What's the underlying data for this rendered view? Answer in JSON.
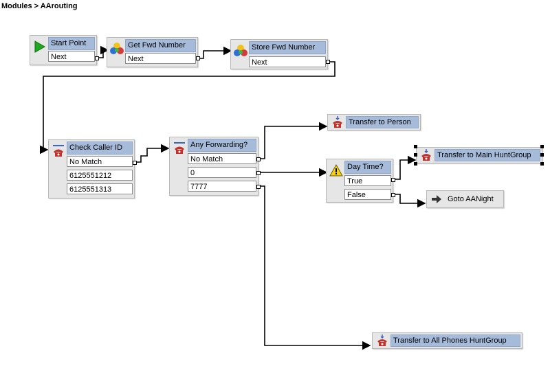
{
  "breadcrumb": "Modules > AArouting",
  "colors": {
    "title_bar": "#a6bbd9",
    "node_bg": "#e6e6e6",
    "wire": "#000000"
  },
  "nodes": {
    "start_point": {
      "title": "Start Point",
      "outputs": [
        "Next"
      ],
      "icon": "play-arrow-icon"
    },
    "get_fwd_number": {
      "title": "Get Fwd Number",
      "outputs": [
        "Next"
      ],
      "icon": "variable-balls-icon"
    },
    "store_fwd_number": {
      "title": "Store Fwd Number",
      "outputs": [
        "Next"
      ],
      "icon": "variable-balls-icon"
    },
    "check_caller_id": {
      "title": "Check Caller ID",
      "outputs": [
        "No Match",
        "6125551212",
        "6125551313"
      ],
      "icon": "phone-check-icon"
    },
    "any_forwarding": {
      "title": "Any Forwarding?",
      "outputs": [
        "No Match",
        "0",
        "7777"
      ],
      "icon": "phone-check-icon"
    },
    "day_time": {
      "title": "Day Time?",
      "outputs": [
        "True",
        "False"
      ],
      "icon": "warning-triangle-icon"
    },
    "transfer_person": {
      "title": "Transfer to Person",
      "icon": "phone-transfer-icon"
    },
    "transfer_main": {
      "title": "Transfer to Main HuntGroup",
      "icon": "phone-transfer-icon"
    },
    "goto_aanight": {
      "title": "Goto AANight",
      "icon": "arrow-right-icon"
    },
    "transfer_all": {
      "title": "Transfer to All Phones HuntGroup",
      "icon": "phone-transfer-icon"
    }
  }
}
